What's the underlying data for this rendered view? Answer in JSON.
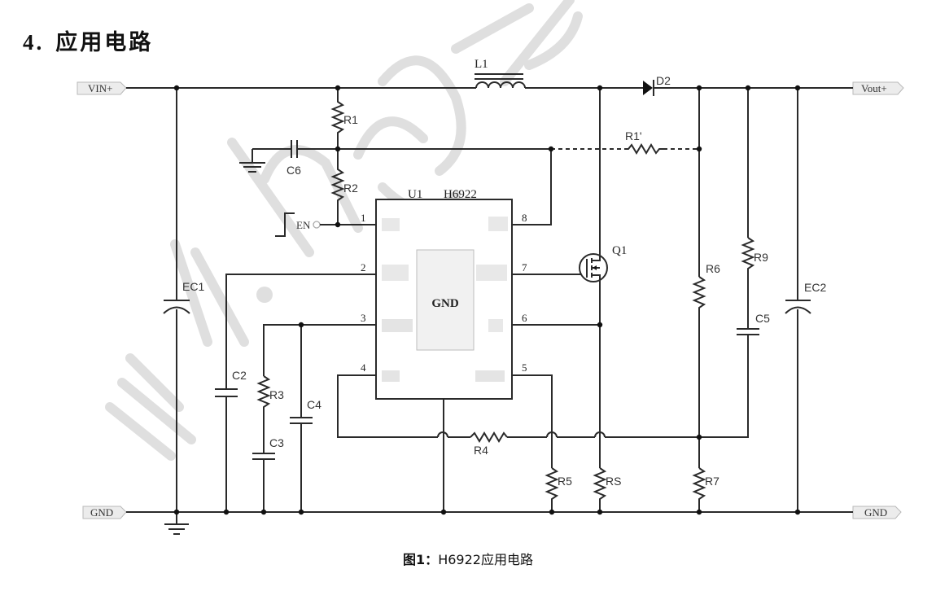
{
  "heading": {
    "number": "4.",
    "title": "应用电路"
  },
  "watermark": "www.hxc-p",
  "chip": {
    "ref": "U1",
    "part": "H6922",
    "center_label": "GND",
    "pins": [
      "1",
      "2",
      "3",
      "4",
      "5",
      "6",
      "7",
      "8"
    ]
  },
  "ports": {
    "vin": "VIN+",
    "vout": "Vout+",
    "gnd_left": "GND",
    "gnd_right": "GND",
    "enable": "EN"
  },
  "components": {
    "L1": "L1",
    "D2": "D2",
    "R1": "R1",
    "R1p": "R1'",
    "R2": "R2",
    "C6": "C6",
    "EC1": "EC1",
    "EC2": "EC2",
    "C2": "C2",
    "R3": "R3",
    "C3": "C3",
    "C4": "C4",
    "Q1": "Q1",
    "R4": "R4",
    "R5": "R5",
    "RS": "RS",
    "R6": "R6",
    "R7": "R7",
    "R9": "R9",
    "C5": "C5"
  },
  "caption": {
    "prefix": "图1：",
    "text": "H6922应用电路"
  }
}
